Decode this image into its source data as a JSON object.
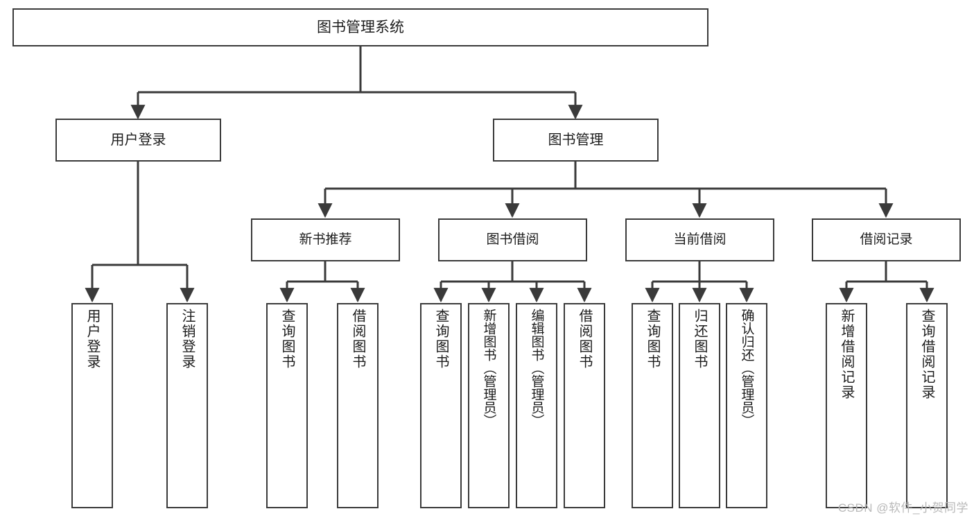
{
  "diagram": {
    "title": "图书管理系统",
    "type": "tree-hierarchy-chart",
    "watermark": "CSDN @软件_小贺同学",
    "colors": {
      "background": "#ffffff",
      "node_border": "#3a3a3a",
      "node_fill": "#ffffff",
      "connector": "#3a3a3a",
      "text": "#1c1c1c",
      "watermark": "#b9b9b9"
    },
    "nodes": {
      "root": {
        "label": "图书管理系统"
      },
      "level1": [
        {
          "id": "user-login",
          "label": "用户登录"
        },
        {
          "id": "book-manage",
          "label": "图书管理"
        }
      ],
      "level2": [
        {
          "id": "new-book-recommend",
          "label": "新书推荐"
        },
        {
          "id": "book-borrow",
          "label": "图书借阅"
        },
        {
          "id": "current-borrow",
          "label": "当前借阅"
        },
        {
          "id": "borrow-record",
          "label": "借阅记录"
        }
      ],
      "leaves": {
        "user-login": [
          {
            "id": "leaf-user-login",
            "label": "用户登录"
          },
          {
            "id": "leaf-logout",
            "label": "注销登录"
          }
        ],
        "new-book-recommend": [
          {
            "id": "leaf-query-book-1",
            "label": "查询图书"
          },
          {
            "id": "leaf-borrow-book-1",
            "label": "借阅图书"
          }
        ],
        "book-borrow": [
          {
            "id": "leaf-query-book-2",
            "label": "查询图书"
          },
          {
            "id": "leaf-add-book",
            "label": "新增图书（管理员）"
          },
          {
            "id": "leaf-edit-book",
            "label": "编辑图书（管理员）"
          },
          {
            "id": "leaf-borrow-book-2",
            "label": "借阅图书"
          }
        ],
        "current-borrow": [
          {
            "id": "leaf-query-book-3",
            "label": "查询图书"
          },
          {
            "id": "leaf-return-book",
            "label": "归还图书"
          },
          {
            "id": "leaf-confirm-return",
            "label": "确认归还（管理员）"
          }
        ],
        "borrow-record": [
          {
            "id": "leaf-add-record",
            "label": "新增借阅记录"
          },
          {
            "id": "leaf-query-record",
            "label": "查询借阅记录"
          }
        ]
      }
    }
  }
}
